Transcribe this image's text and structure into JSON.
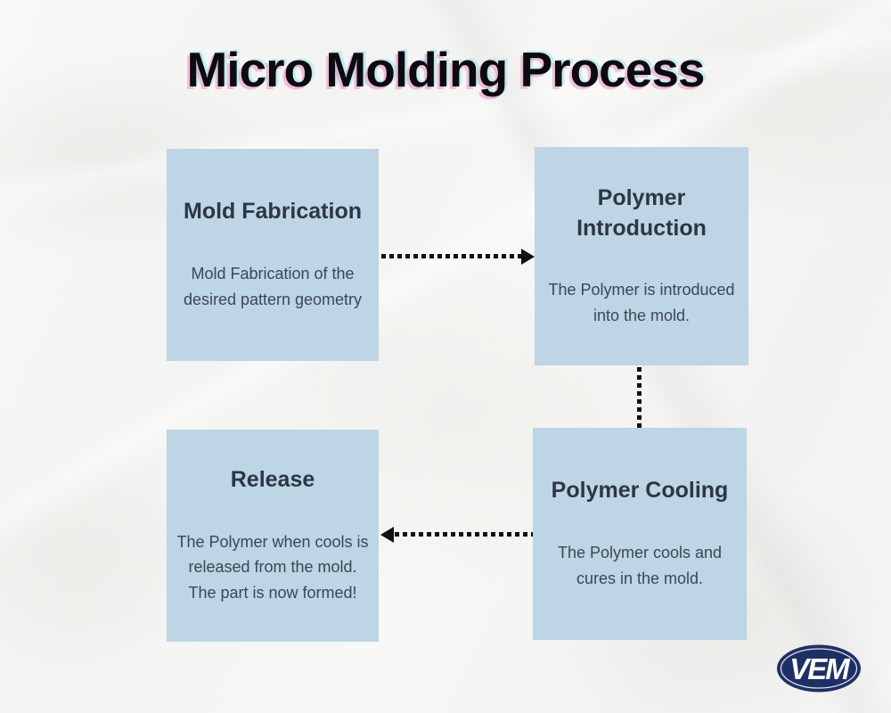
{
  "title": "Micro Molding Process",
  "steps": [
    {
      "id": "mold-fabrication",
      "title": "Mold Fabrication",
      "description": "Mold Fabrication of the desired pattern geometry"
    },
    {
      "id": "polymer-introduction",
      "title": "Polymer Introduction",
      "description": "The Polymer is introduced into the mold."
    },
    {
      "id": "polymer-cooling",
      "title": "Polymer Cooling",
      "description": "The Polymer cools and cures in the mold."
    },
    {
      "id": "release",
      "title": "Release",
      "description": "The Polymer when cools is released from the mold. The part is now formed!"
    }
  ],
  "flow": [
    "mold-fabrication -> polymer-introduction",
    "polymer-introduction -> polymer-cooling",
    "polymer-cooling -> release"
  ],
  "logo": {
    "text": "VEM",
    "bg_color": "#1d3066",
    "text_color": "#ffffff"
  },
  "colors": {
    "canvas_background": "#f6f6f4",
    "box_background": "#bdd5e4",
    "heading_text": "#0b0b10",
    "heading_shadow_pink": "#eb3ea0",
    "heading_shadow_cyan": "#73e6e6",
    "step_title_text": "#2c3743",
    "step_body_text": "#3c4753",
    "arrow": "#111111"
  }
}
